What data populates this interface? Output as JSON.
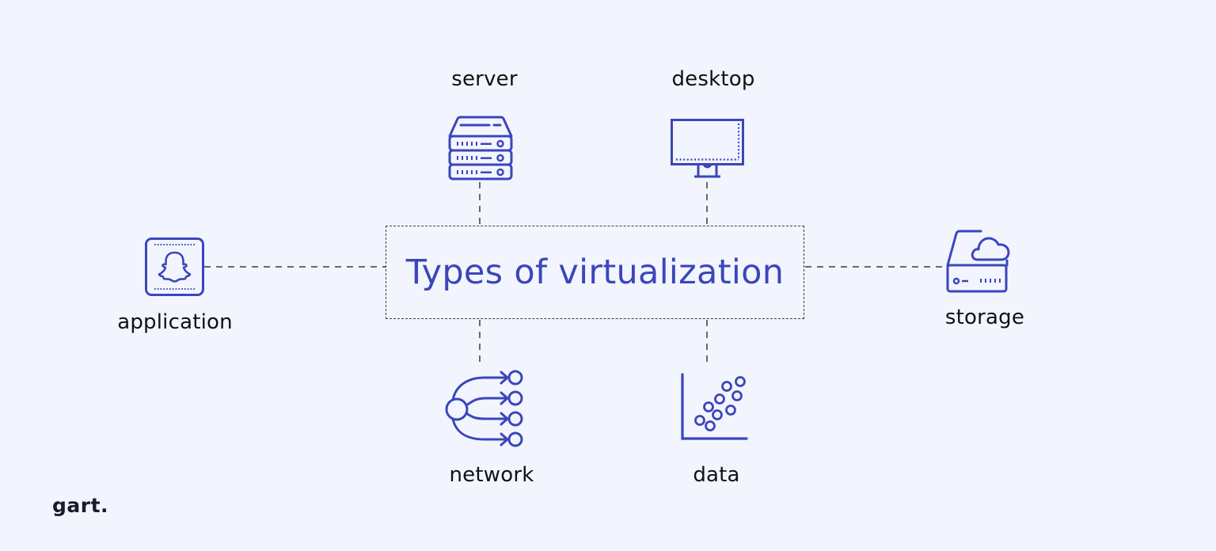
{
  "diagram": {
    "title": "Types of virtualization",
    "colors": {
      "background": "#f2f5fe",
      "accent": "#3b46bb",
      "label_text": "#111111",
      "connector": "#3d3d3d"
    },
    "nodes": [
      {
        "id": "server",
        "label": "server",
        "icon": "server-rack-icon",
        "position": "top-left"
      },
      {
        "id": "desktop",
        "label": "desktop",
        "icon": "monitor-icon",
        "position": "top-right"
      },
      {
        "id": "application",
        "label": "application",
        "icon": "app-ghost-icon",
        "position": "left"
      },
      {
        "id": "storage",
        "label": "storage",
        "icon": "cloud-storage-icon",
        "position": "right"
      },
      {
        "id": "network",
        "label": "network",
        "icon": "network-branch-icon",
        "position": "bottom-left"
      },
      {
        "id": "data",
        "label": "data",
        "icon": "scatter-plot-icon",
        "position": "bottom-right"
      }
    ],
    "edges": [
      {
        "from": "Types of virtualization",
        "to": "server",
        "style": "dashed"
      },
      {
        "from": "Types of virtualization",
        "to": "desktop",
        "style": "dashed"
      },
      {
        "from": "Types of virtualization",
        "to": "application",
        "style": "dashed"
      },
      {
        "from": "Types of virtualization",
        "to": "storage",
        "style": "dashed"
      },
      {
        "from": "Types of virtualization",
        "to": "network",
        "style": "dashed"
      },
      {
        "from": "Types of virtualization",
        "to": "data",
        "style": "dashed"
      }
    ]
  },
  "branding": {
    "logo_text": "gart."
  }
}
